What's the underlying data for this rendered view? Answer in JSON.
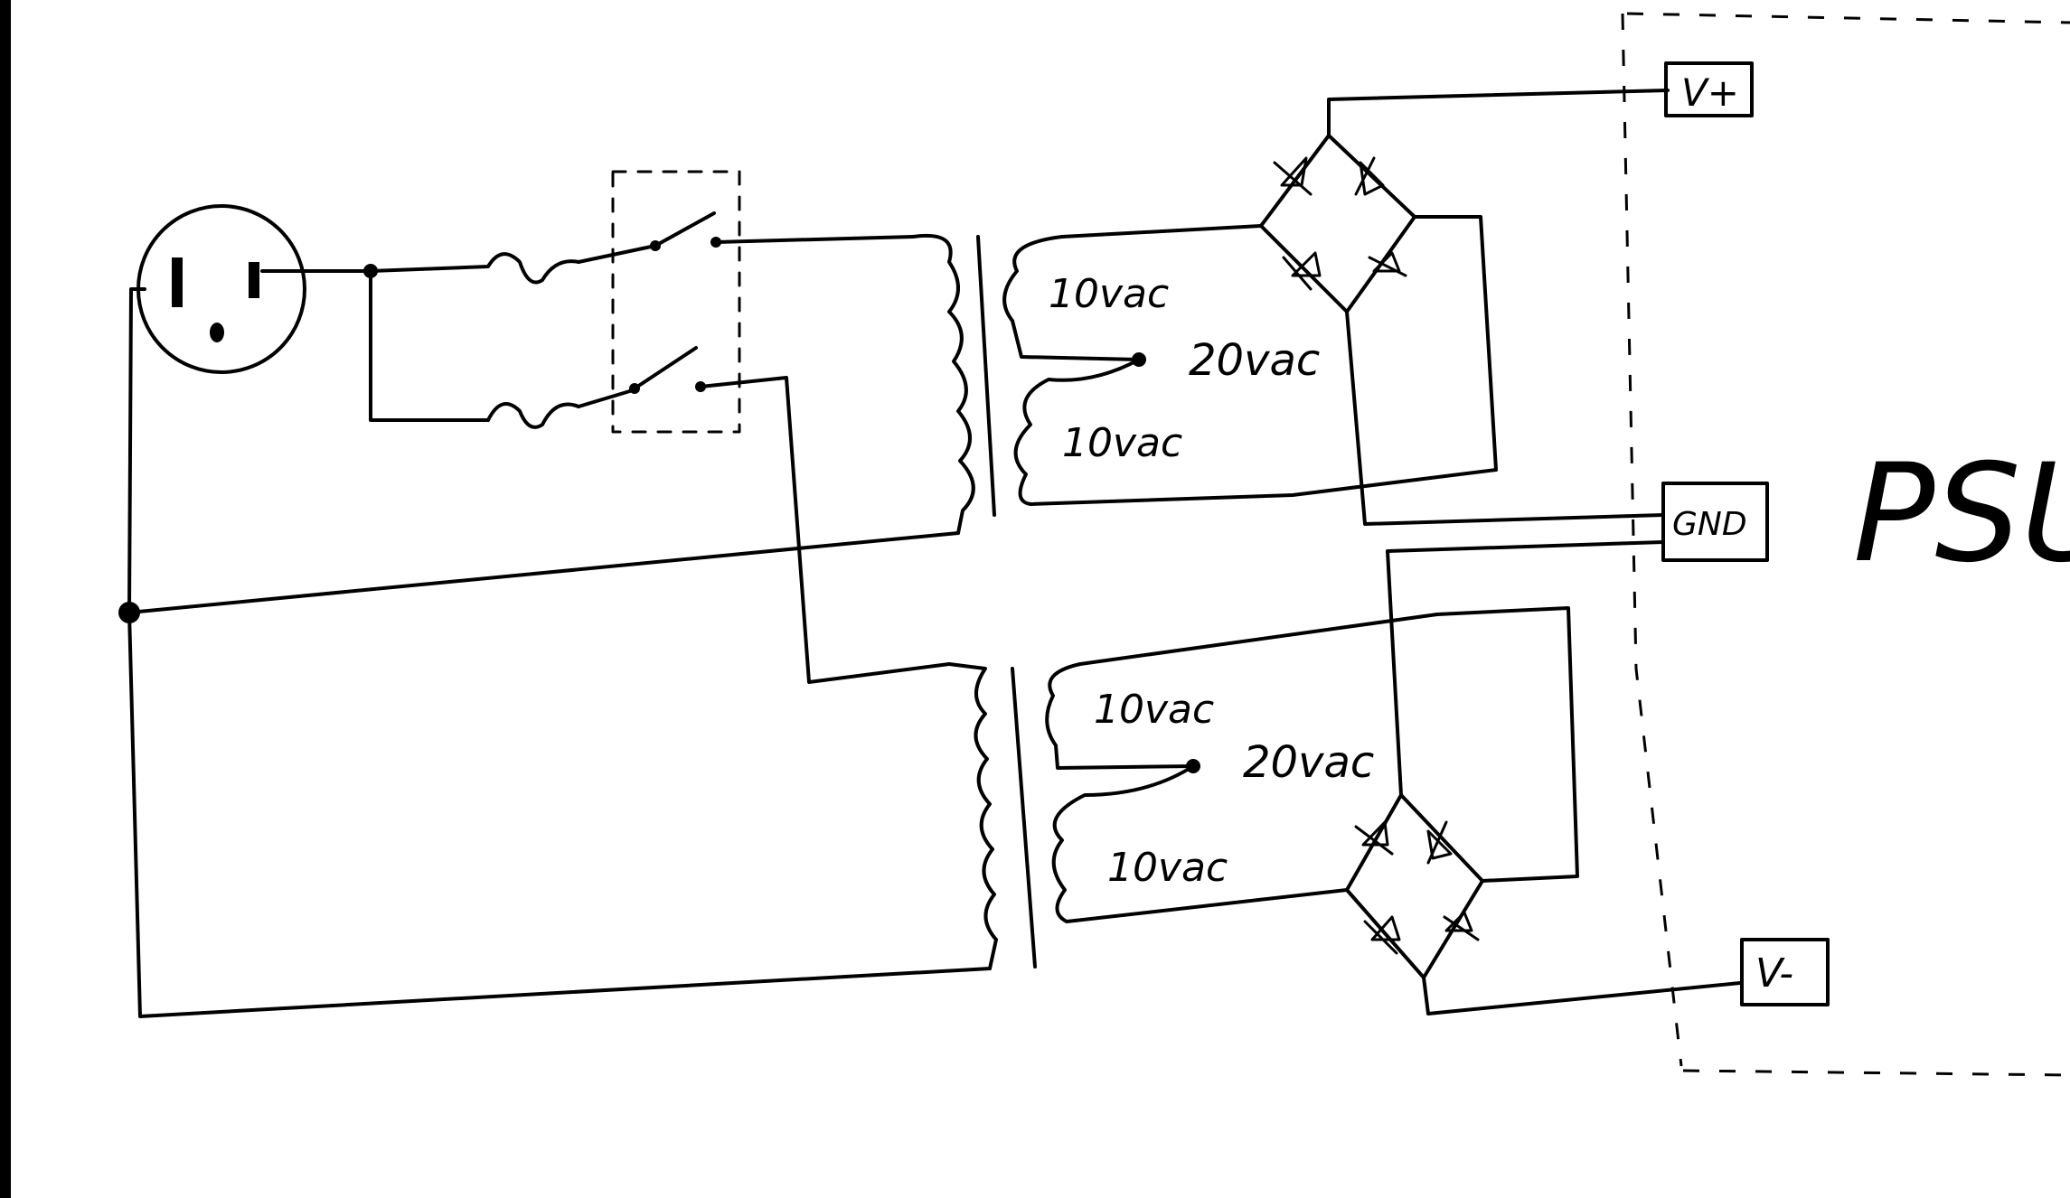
{
  "diagram": {
    "psu_label": "PSU",
    "terminals": {
      "vplus": "V+",
      "gnd": "GND",
      "vminus": "V-"
    },
    "transformer_top": {
      "upper_winding": "10vac",
      "lower_winding": "10vac",
      "center_tap": "20vac"
    },
    "transformer_bottom": {
      "upper_winding": "10vac",
      "lower_winding": "10vac",
      "center_tap": "20vac"
    }
  }
}
